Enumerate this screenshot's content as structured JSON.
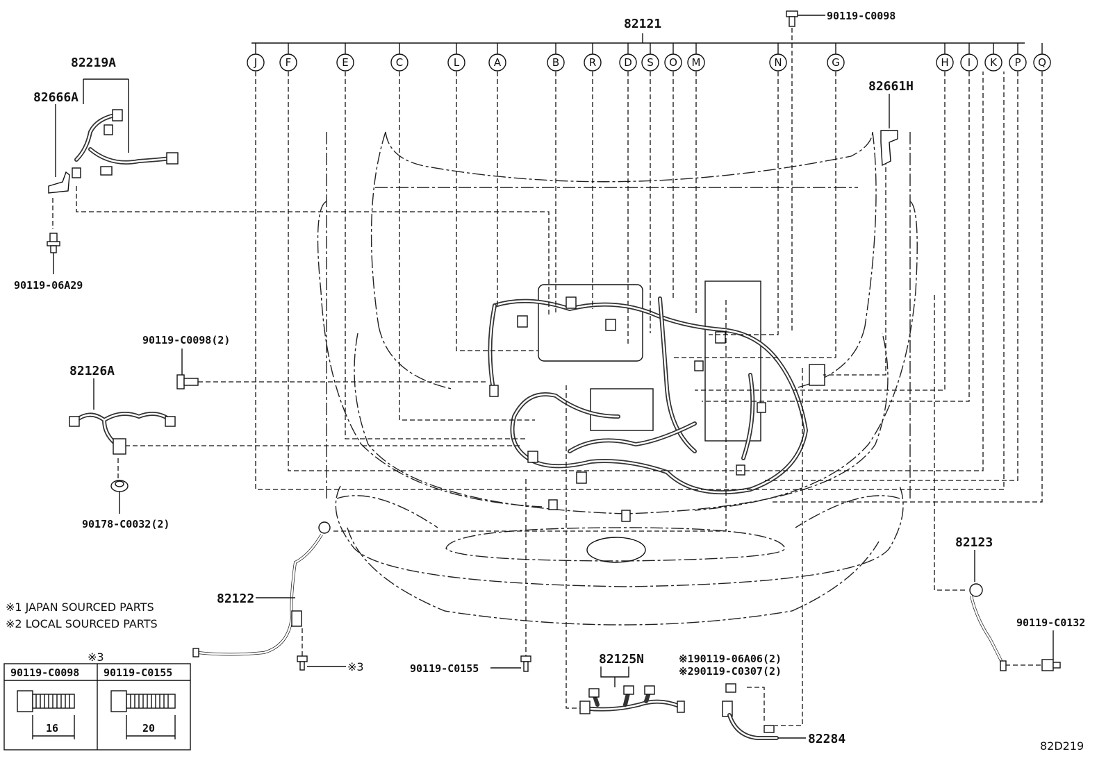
{
  "labels": {
    "p82121": "82121",
    "p82219A": "82219A",
    "p82666A": "82666A",
    "p90119_06A29": "90119-06A29",
    "p90119_C0098_top": "90119-C0098",
    "p82661H": "82661H",
    "p90119_C0098_2": "90119-C0098(2)",
    "p82126A": "82126A",
    "p90178_C0032_2": "90178-C0032(2)",
    "p82122": "82122",
    "p82123": "82123",
    "p90119_C0132": "90119-C0132",
    "p90119_C0155": "90119-C0155",
    "p82125N": "82125N",
    "p82284": "82284",
    "note_japan": "※1 JAPAN SOURCED PARTS",
    "note_local": "※2 LOCAL SOURCED PARTS",
    "ref_06A06": "※190119-06A06(2)",
    "ref_C0307": "※290119-C0307(2)",
    "ref3_bolt": "※3",
    "table_header": "※3",
    "table_col1": "90119-C0098",
    "table_col2": "90119-C0155",
    "table_len1": "16",
    "table_len2": "20",
    "figure_code": "82D219"
  },
  "circles": [
    "J",
    "F",
    "E",
    "C",
    "L",
    "A",
    "B",
    "R",
    "D",
    "S",
    "O",
    "M",
    "N",
    "G",
    "H",
    "I",
    "K",
    "P",
    "Q"
  ]
}
